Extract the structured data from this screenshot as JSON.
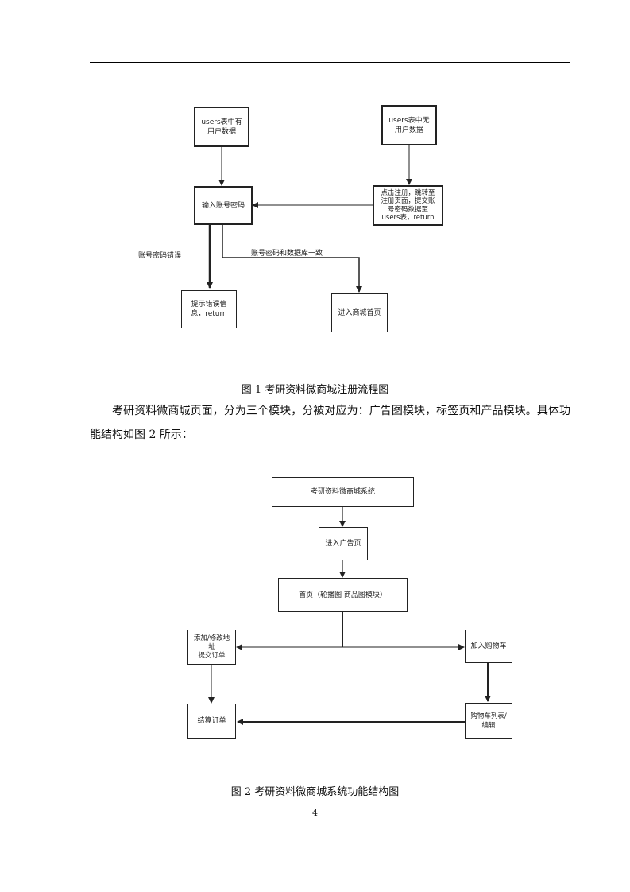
{
  "figure1": {
    "boxes": {
      "users_has": "users表中有\n用户数据",
      "users_none": "users表中无\n用户数据",
      "input_account": "输入账号密码",
      "register": "点击注册，跳转至\n注册页面，提交账\n号密码数据至\nusers表，return",
      "error_msg": "提示错误信\n息，return",
      "enter_home": "进入商城首页"
    },
    "labels": {
      "wrong": "账号密码错误",
      "match": "账号密码和数据库一致"
    },
    "caption": "图 1  考研资料微商城注册流程图"
  },
  "paragraph": "考研资料微商城页面，分为三个模块，分被对应为：广告图模块，标签页和产品模块。具体功能结构如图 2 所示：",
  "figure2": {
    "boxes": {
      "system": "考研资料微商城系统",
      "ad": "进入广告页",
      "home": "首页（轮播图 商品图模块）",
      "add_address": "添加/修改地址\n提交订单",
      "add_cart": "加入购物车",
      "checkout": "结算订单",
      "cart_list": "购物车列表/编辑"
    },
    "caption": "图 2  考研资料微商城系统功能结构图"
  },
  "page_number": "4"
}
